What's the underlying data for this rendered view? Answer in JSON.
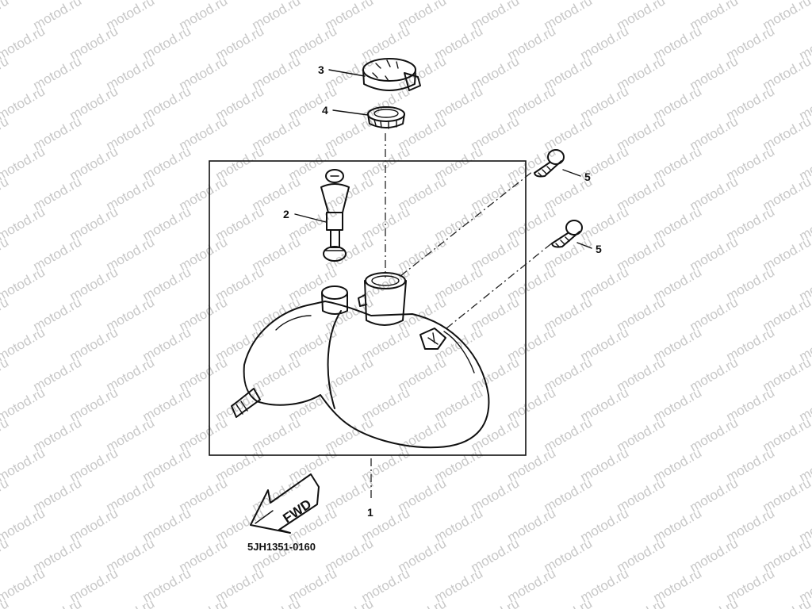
{
  "watermark": {
    "text": "motod.ru",
    "color": "#c8c8c8"
  },
  "diagram": {
    "callouts": [
      {
        "number": "1",
        "part": "tank"
      },
      {
        "number": "2",
        "part": "level-gauge"
      },
      {
        "number": "3",
        "part": "filler-cap"
      },
      {
        "number": "4",
        "part": "gasket"
      },
      {
        "number": "5",
        "part": "bolt-upper"
      },
      {
        "number": "5",
        "part": "bolt-lower"
      }
    ],
    "direction_label": "FWD",
    "drawing_code": "5JH1351-0160"
  }
}
